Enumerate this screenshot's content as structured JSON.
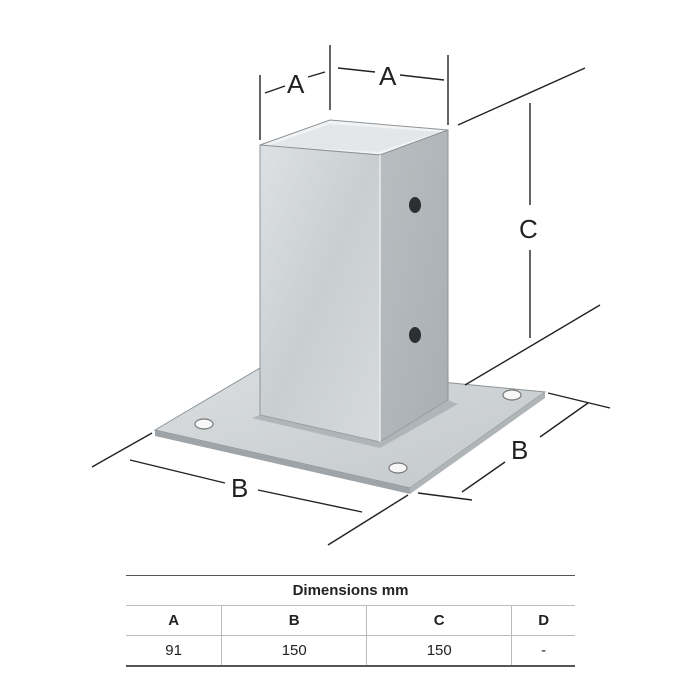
{
  "diagram": {
    "labels": {
      "a_left": "A",
      "a_right": "A",
      "b_left": "B",
      "b_right": "B",
      "c": "C"
    }
  },
  "table": {
    "title": "Dimensions mm",
    "headers": [
      "A",
      "B",
      "C",
      "D"
    ],
    "values": [
      "91",
      "150",
      "150",
      "-"
    ]
  },
  "colors": {
    "metal_light": "#d4d8da",
    "metal_mid": "#b8bdc0",
    "metal_dark": "#9ea4a8",
    "line": "#222222"
  }
}
